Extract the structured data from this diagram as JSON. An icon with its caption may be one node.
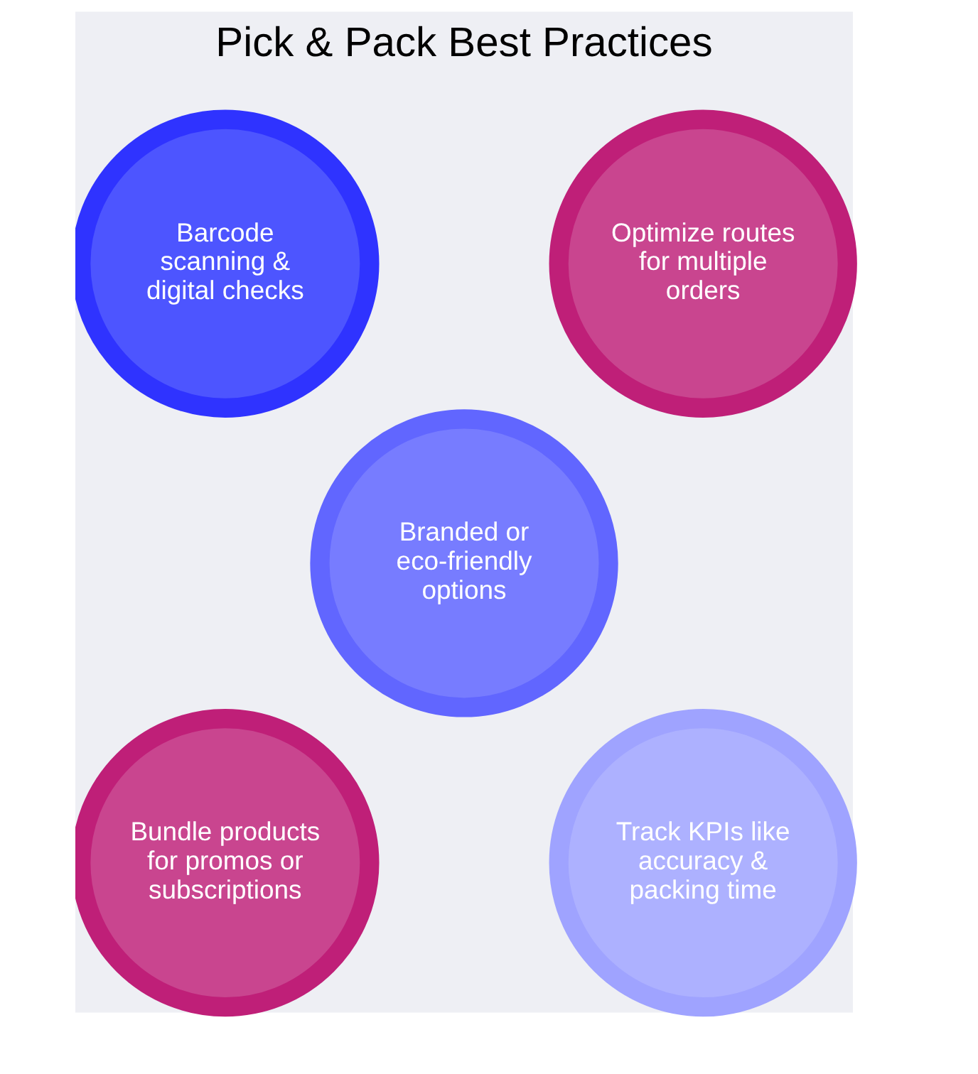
{
  "diagram": {
    "title": "Pick & Pack Best Practices",
    "nodes": [
      {
        "text": [
          "Barcode scanning & digital checks"
        ]
      },
      {
        "text": [
          "Optimize routes for multiple orders"
        ]
      },
      {
        "text": [
          "Branded or eco-friendly options"
        ]
      },
      {
        "text": [
          "Bundle products for promos or subscriptions"
        ]
      },
      {
        "text": [
          "Track KPIs like accuracy & packing time"
        ]
      }
    ],
    "edges": []
  }
}
